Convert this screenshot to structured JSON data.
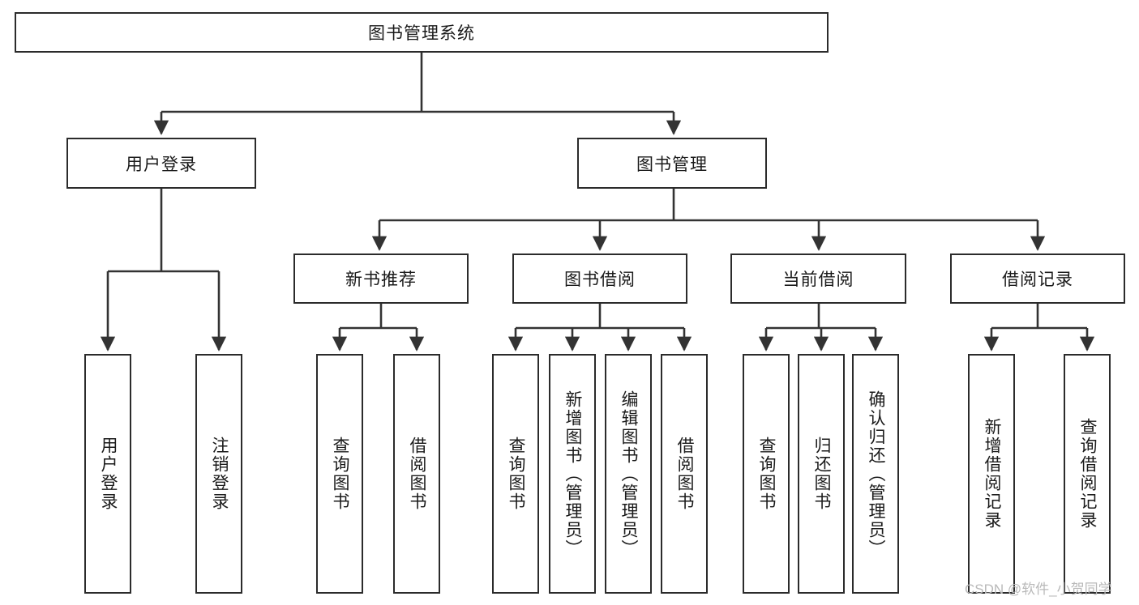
{
  "diagram": {
    "title": "图书管理系统",
    "type": "hierarchy-tree",
    "orientation": "top-down",
    "colors": {
      "background": "#ffffff",
      "node_border": "#2b2b2b",
      "node_fill": "#ffffff",
      "connector": "#333333",
      "text": "#1a1a1a",
      "watermark": "#b9b9b9"
    },
    "root": {
      "label": "图书管理系统"
    },
    "level2": [
      {
        "label": "用户登录"
      },
      {
        "label": "图书管理"
      }
    ],
    "level3": [
      {
        "label": "新书推荐"
      },
      {
        "label": "图书借阅"
      },
      {
        "label": "当前借阅"
      },
      {
        "label": "借阅记录"
      }
    ],
    "leaves_user_login": [
      {
        "label": "用户登录"
      },
      {
        "label": "注销登录"
      }
    ],
    "leaves_new_book": [
      {
        "label": "查询图书"
      },
      {
        "label": "借阅图书"
      }
    ],
    "leaves_borrow": [
      {
        "label": "查询图书"
      },
      {
        "label": "新增图书（管理员）"
      },
      {
        "label": "编辑图书（管理员）"
      },
      {
        "label": "借阅图书"
      }
    ],
    "leaves_current": [
      {
        "label": "查询图书"
      },
      {
        "label": "归还图书"
      },
      {
        "label": "确认归还（管理员）"
      }
    ],
    "leaves_record": [
      {
        "label": "新增借阅记录"
      },
      {
        "label": "查询借阅记录"
      }
    ]
  },
  "watermark": {
    "text": "CSDN @软件_小贺同学"
  }
}
